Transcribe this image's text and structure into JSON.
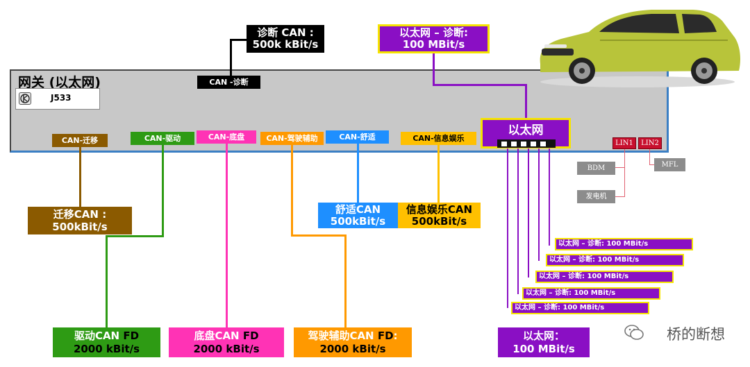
{
  "gateway": {
    "title": "网关 (以太网)",
    "ecu_label": "J533"
  },
  "diag_can": {
    "line1": "诊断 CAN :",
    "line2": "500k  kBit/s",
    "tag": "CAN -诊断"
  },
  "eth_diag_top": {
    "line1": "以太网 – 诊断:",
    "line2": "100 MBit/s"
  },
  "eth_switch": {
    "label": "以太网"
  },
  "bus_tags": [
    {
      "label": "CAN-迁移",
      "color": "#8b5a00"
    },
    {
      "label": "CAN-驱动",
      "color": "#2e9b14"
    },
    {
      "label": "CAN-底盘",
      "color": "#ff33b5"
    },
    {
      "label": "CAN-驾驶辅助",
      "color": "#ff9900"
    },
    {
      "label": "CAN-舒适",
      "color": "#1e8fff"
    },
    {
      "label": "CAN-信息娱乐",
      "color": "#ffc000"
    }
  ],
  "endpoints": {
    "migration": {
      "line1": "迁移CAN :",
      "line2": "500kBit/s"
    },
    "comfort": {
      "line1": "舒适CAN",
      "line2": "500kBit/s"
    },
    "infotainment": {
      "line1": "信息娱乐CAN",
      "line2": "500kBit/s"
    },
    "drive": {
      "line1a": "驱动CAN ",
      "line1b": "FD",
      "line2": "2000 kBit/s"
    },
    "chassis": {
      "line1a": "底盘CAN ",
      "line1b": "FD",
      "line2": "2000 kBit/s"
    },
    "adas": {
      "line1a": "驾驶辅助CAN ",
      "line1b": "FD",
      "line1c": ":",
      "line2": "2000 kBit/s"
    },
    "ethernet": {
      "line1": "以太网：",
      "line2": "100 MBit/s"
    }
  },
  "eth_diag_list": [
    "以太网 – 诊断: 100 MBit/s",
    "以太网 – 诊断: 100 MBit/s",
    "以太网 – 诊断: 100 MBit/s",
    "以太网 – 诊断: 100 MBit/s",
    "以太网 – 诊断: 100 MBit/s"
  ],
  "lin": {
    "lin1": "LIN1",
    "lin2": "LIN2",
    "bdm": "BDM",
    "generator": "发电机",
    "mfl": "MFL"
  },
  "watermark": "桥的断想",
  "colors": {
    "migration": "#8b5a00",
    "drive": "#2e9b14",
    "chassis": "#ff33b5",
    "adas": "#ff9900",
    "comfort": "#1e8fff",
    "infotainment": "#ffc000",
    "ethernet": "#8a0fc4",
    "eth_border": "#f5e400"
  }
}
